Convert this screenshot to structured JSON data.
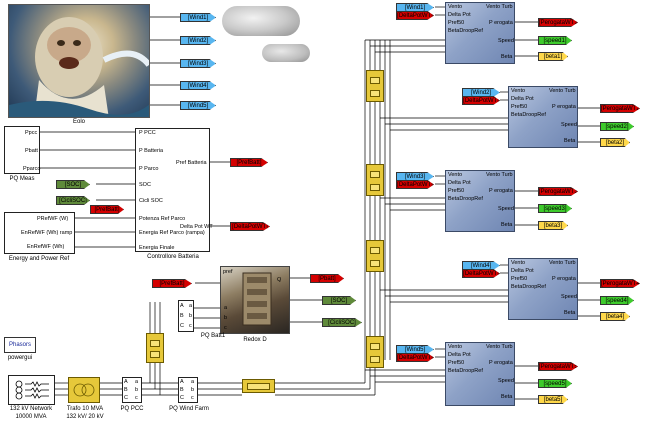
{
  "blocks": {
    "eolo": "Eolo",
    "pq_meas": "PQ Meas",
    "pq_meas_ports": [
      "Ppcc",
      "Pbatt",
      "Pparco"
    ],
    "energy_ref": "Energy and Power Ref",
    "energy_ports": [
      "PRefWF (W)",
      "EnRefWF (Wh) ramp",
      "EnRefWF (Wh)"
    ],
    "controller": "Controllore Batteria",
    "controller_in": [
      "P PCC",
      "P Batteria",
      "P Parco",
      "SOC",
      "Cicli SOC",
      "Potenza Ref Parco",
      "Energia Ref Parco (rampa)",
      "Energia Finale"
    ],
    "controller_out": [
      "Pref Batteria",
      "Delta Pot WT"
    ],
    "redox": "Redox D",
    "redox_ports": [
      "pref",
      "Q",
      "a",
      "b",
      "c"
    ],
    "pq_batt": "PQ Batt1",
    "abc": [
      "A",
      "B",
      "C"
    ],
    "abc_lower": [
      "a",
      "b",
      "c"
    ],
    "phasors": "Phasors",
    "powergui": "powergui",
    "network": [
      "132 kV Network",
      "10000 MVA"
    ],
    "trafo": [
      "Trafo 10 MVA",
      "132 kV/ 20 kV"
    ],
    "pq_pcc": "PQ PCC",
    "pq_wind_farm": "PQ Wind Farm"
  },
  "wind_tags": [
    "[Wind1]",
    "[Wind2]",
    "[Wind3]",
    "[Wind4]",
    "[Wind5]"
  ],
  "misc_tags": {
    "soc": "[SOC]",
    "cicli_soc": "[CicliSOC]",
    "pref_batt": "[PrefBatt]",
    "delta_pot": "[DeltaPotWT]",
    "pbatt": "[Pbatt]",
    "soc_out": "[SOC]",
    "cicli_soc_out": "[CicliSOC]",
    "pref_batt_in": "[PrefBatt]"
  },
  "turbine_ports_in": [
    "Vento",
    "Delta Pot",
    "Pref50",
    "BetaDroopRef"
  ],
  "turbine_ports_out": [
    "Vento Turb",
    "P erogata",
    "Speed",
    "Beta"
  ],
  "turbines": [
    {
      "wind": "[Wind1]",
      "delta": "[DeltaPotWT]",
      "p": "[PerogataWT1]",
      "speed": "[speed1]",
      "beta": "[beta1]"
    },
    {
      "wind": "[Wind2]",
      "delta": "[DeltaPotWT]",
      "p": "[PerogataWT2]",
      "speed": "[speed2]",
      "beta": "[beta2]"
    },
    {
      "wind": "[Wind3]",
      "delta": "[DeltaPotWT]",
      "p": "[PerogataWT3]",
      "speed": "[speed3]",
      "beta": "[beta3]"
    },
    {
      "wind": "[Wind4]",
      "delta": "[DeltaPotWT]",
      "p": "[PerogataWT4]",
      "speed": "[speed4]",
      "beta": "[beta4]"
    },
    {
      "wind": "[Wind5]",
      "delta": "[DeltaPotWT]",
      "p": "[PerogataWT5]",
      "speed": "[speed5]",
      "beta": "[beta5]"
    }
  ],
  "colors": {
    "goto_blue": "#58b6f0",
    "tag_red": "#d40000",
    "tag_green": "#3ecb2c",
    "tag_yellow": "#ffd84a",
    "tag_olive": "#5f8a3a",
    "measurement": "#e6c83a",
    "turbine": "#8ea2c7"
  }
}
